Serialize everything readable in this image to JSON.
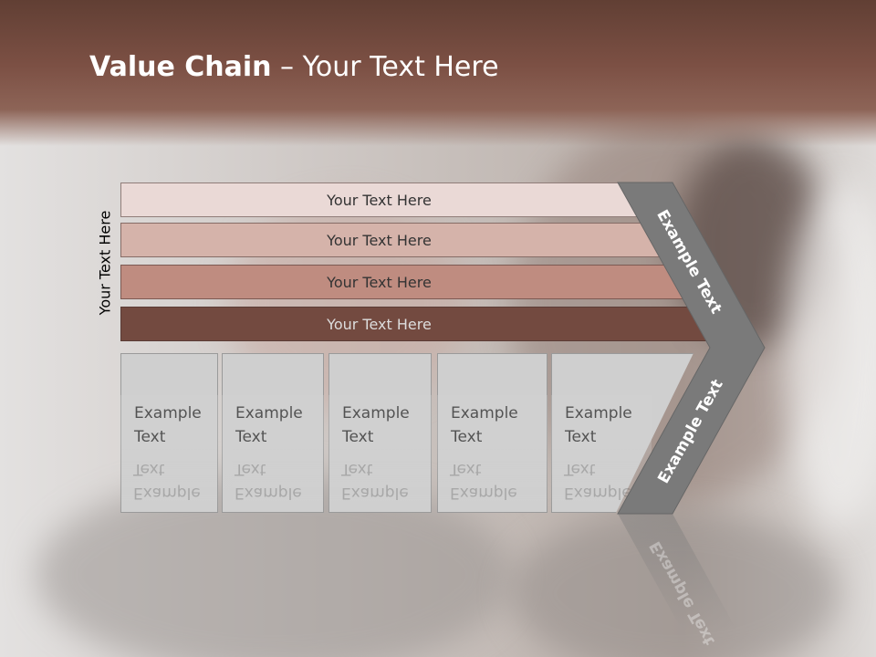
{
  "title": {
    "bold": "Value Chain",
    "rest": " – Your Text Here"
  },
  "side_label": "Your Text Here",
  "bars": [
    {
      "label": "Your Text Here",
      "color": "#ead9d6",
      "text_color": "#333333"
    },
    {
      "label": "Your Text Here",
      "color": "#d5b3aa",
      "text_color": "#333333"
    },
    {
      "label": "Your Text Here",
      "color": "#bf8c80",
      "text_color": "#333333"
    },
    {
      "label": "Your Text Here",
      "color": "#734a40",
      "text_color": "#dddddd"
    }
  ],
  "boxes": [
    {
      "line1": "Example",
      "line2": "Text"
    },
    {
      "line1": "Example",
      "line2": "Text"
    },
    {
      "line1": "Example",
      "line2": "Text"
    },
    {
      "line1": "Example",
      "line2": "Text"
    },
    {
      "line1": "Example",
      "line2": "Text"
    }
  ],
  "chevron": {
    "upper": "Example Text",
    "lower": "Example Text",
    "color": "#7a7a7a"
  }
}
